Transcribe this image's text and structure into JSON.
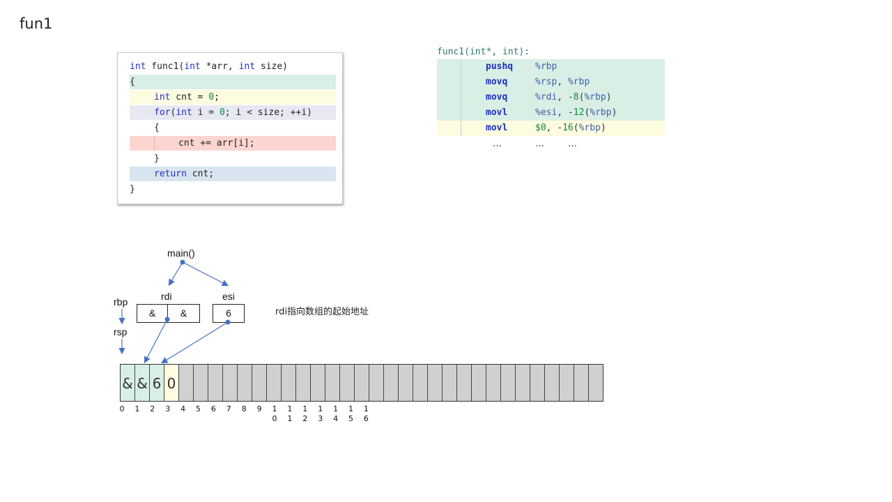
{
  "slide_title": "fun1",
  "code": {
    "lines": [
      {
        "indent": 0,
        "parts": [
          {
            "t": "int",
            "c": "kw"
          },
          {
            "t": " func1(",
            "c": ""
          },
          {
            "t": "int",
            "c": "kw"
          },
          {
            "t": " *arr, ",
            "c": ""
          },
          {
            "t": "int",
            "c": "kw"
          },
          {
            "t": " size)",
            "c": ""
          }
        ],
        "bg": "#ffffff"
      },
      {
        "indent": 0,
        "parts": [
          {
            "t": "{",
            "c": ""
          }
        ],
        "bg": "#d9efe6"
      },
      {
        "indent": 1,
        "parts": [
          {
            "t": "int",
            "c": "kw"
          },
          {
            "t": " cnt = ",
            "c": ""
          },
          {
            "t": "0",
            "c": "num"
          },
          {
            "t": ";",
            "c": ""
          }
        ],
        "bg": "#fdfbe0"
      },
      {
        "indent": 1,
        "parts": [
          {
            "t": "for",
            "c": "kw"
          },
          {
            "t": "(",
            "c": ""
          },
          {
            "t": "int",
            "c": "kw"
          },
          {
            "t": " i = ",
            "c": ""
          },
          {
            "t": "0",
            "c": "num"
          },
          {
            "t": "; i < size; ++i)",
            "c": ""
          }
        ],
        "bg": "#e8e8f3"
      },
      {
        "indent": 1,
        "parts": [
          {
            "t": "{",
            "c": ""
          }
        ],
        "bg": "#ffffff"
      },
      {
        "indent": 2,
        "parts": [
          {
            "t": "cnt += arr[i];",
            "c": ""
          }
        ],
        "bg": "#fcd5d0"
      },
      {
        "indent": 1,
        "parts": [
          {
            "t": "}",
            "c": ""
          }
        ],
        "bg": "#ffffff"
      },
      {
        "indent": 1,
        "parts": [
          {
            "t": "return",
            "c": "kw"
          },
          {
            "t": " cnt;",
            "c": ""
          }
        ],
        "bg": "#d8e5f0"
      },
      {
        "indent": 0,
        "parts": [
          {
            "t": "}",
            "c": ""
          }
        ],
        "bg": "#ffffff"
      }
    ]
  },
  "asm": {
    "header": "func1(int*, int):",
    "rows": [
      {
        "op": "pushq",
        "args": [
          {
            "t": "%rbp",
            "c": "reg"
          }
        ],
        "bg": "#d9efe6"
      },
      {
        "op": "movq",
        "args": [
          {
            "t": "%rsp",
            "c": "reg"
          },
          {
            "t": ", ",
            "c": ""
          },
          {
            "t": "%rbp",
            "c": "reg"
          }
        ],
        "bg": "#d9efe6"
      },
      {
        "op": "movq",
        "args": [
          {
            "t": "%rdi",
            "c": "reg"
          },
          {
            "t": ", -",
            "c": ""
          },
          {
            "t": "8",
            "c": "anum"
          },
          {
            "t": "(",
            "c": ""
          },
          {
            "t": "%rbp",
            "c": "reg"
          },
          {
            "t": ")",
            "c": ""
          }
        ],
        "bg": "#d9efe6"
      },
      {
        "op": "movl",
        "args": [
          {
            "t": "%esi",
            "c": "reg"
          },
          {
            "t": ", -",
            "c": ""
          },
          {
            "t": "12",
            "c": "anum"
          },
          {
            "t": "(",
            "c": ""
          },
          {
            "t": "%rbp",
            "c": "reg"
          },
          {
            "t": ")",
            "c": ""
          }
        ],
        "bg": "#d9efe6"
      },
      {
        "op": "movl",
        "args": [
          {
            "t": "$0",
            "c": "anum"
          },
          {
            "t": ", -",
            "c": ""
          },
          {
            "t": "16",
            "c": "anum"
          },
          {
            "t": "(",
            "c": ""
          },
          {
            "t": "%rbp",
            "c": "reg"
          },
          {
            "t": ")",
            "c": ""
          }
        ],
        "bg": "#fdfbe0"
      }
    ],
    "dots": [
      "…",
      "…",
      "…"
    ]
  },
  "diagram": {
    "main_label": "main()",
    "rdi_label": "rdi",
    "esi_label": "esi",
    "rdi_cells": [
      "&",
      "&"
    ],
    "esi_value": "6",
    "rbp_label": "rbp",
    "rsp_label": "rsp",
    "note": "rdi指向数组的起始地址",
    "memory_cells": [
      "&",
      "&",
      "6",
      "0"
    ],
    "memory_cell_colors": [
      "#d9efe6",
      "#d9efe6",
      "#d9efe6",
      "#fdfbe0"
    ],
    "memory_total_cells": 33,
    "memory_empty_color": "#d0d0d0",
    "indices": [
      "0",
      "1",
      "2",
      "3",
      "4",
      "5",
      "6",
      "7",
      "8",
      "9",
      "10",
      "11",
      "12",
      "13",
      "14",
      "15",
      "16"
    ],
    "arrow_color": "#4472c4"
  }
}
